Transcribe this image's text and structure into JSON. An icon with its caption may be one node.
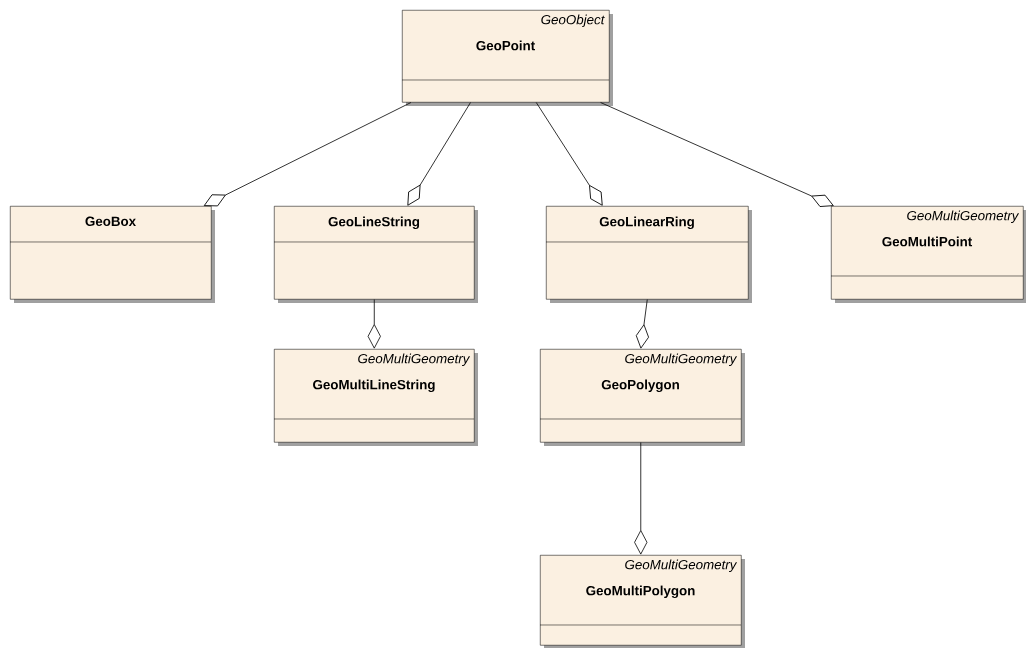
{
  "diagram": {
    "nodes": [
      {
        "text": [
          "GeoObject",
          "GeoPoint"
        ]
      },
      {
        "text": [
          "GeoBox"
        ]
      },
      {
        "text": [
          "GeoLineString"
        ]
      },
      {
        "text": [
          "GeoLinearRing"
        ]
      },
      {
        "text": [
          "GeoMultiGeometry",
          "GeoMultiPoint"
        ]
      },
      {
        "text": [
          "GeoMultiGeometry",
          "GeoMultiLineString"
        ]
      },
      {
        "text": [
          "GeoMultiGeometry",
          "GeoPolygon"
        ]
      },
      {
        "text": [
          "GeoMultiGeometry",
          "GeoMultiPolygon"
        ]
      }
    ],
    "edges": [
      {
        "from": 0,
        "to": 1,
        "arrow": "other"
      },
      {
        "from": 0,
        "to": 2,
        "arrow": "other"
      },
      {
        "from": 0,
        "to": 3,
        "arrow": "other"
      },
      {
        "from": 0,
        "to": 4,
        "arrow": "other"
      },
      {
        "from": 2,
        "to": 5,
        "arrow": "other"
      },
      {
        "from": 3,
        "to": 6,
        "arrow": "other"
      },
      {
        "from": 6,
        "to": 7,
        "arrow": "other"
      }
    ]
  }
}
